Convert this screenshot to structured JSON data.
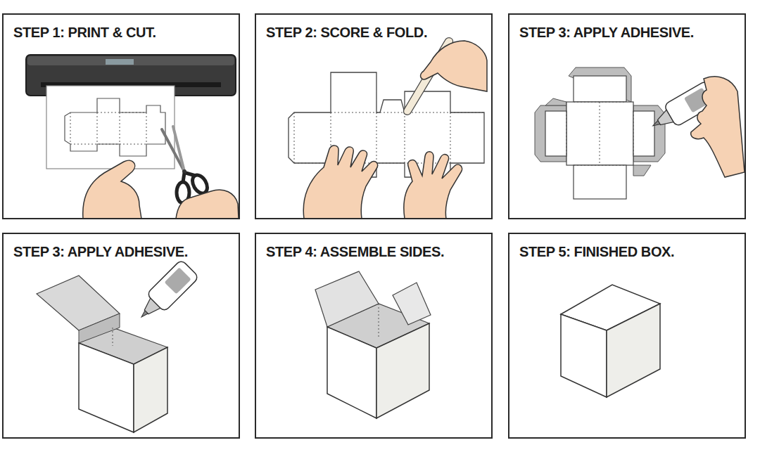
{
  "diagram": {
    "nodes": [
      {
        "text": [
          "STEP 1: PRINT & CUT."
        ]
      },
      {
        "text": [
          "STEP 2: SCORE & FOLD."
        ]
      },
      {
        "text": [
          "STEP 3: APPLY ADHESIVE."
        ]
      },
      {
        "text": [
          "STEP 3: APPLY ADHESIVE."
        ]
      },
      {
        "text": [
          "STEP 4: ASSEMBLE SIDES."
        ]
      },
      {
        "text": [
          "STEP 5: FINISHED BOX."
        ]
      }
    ]
  }
}
